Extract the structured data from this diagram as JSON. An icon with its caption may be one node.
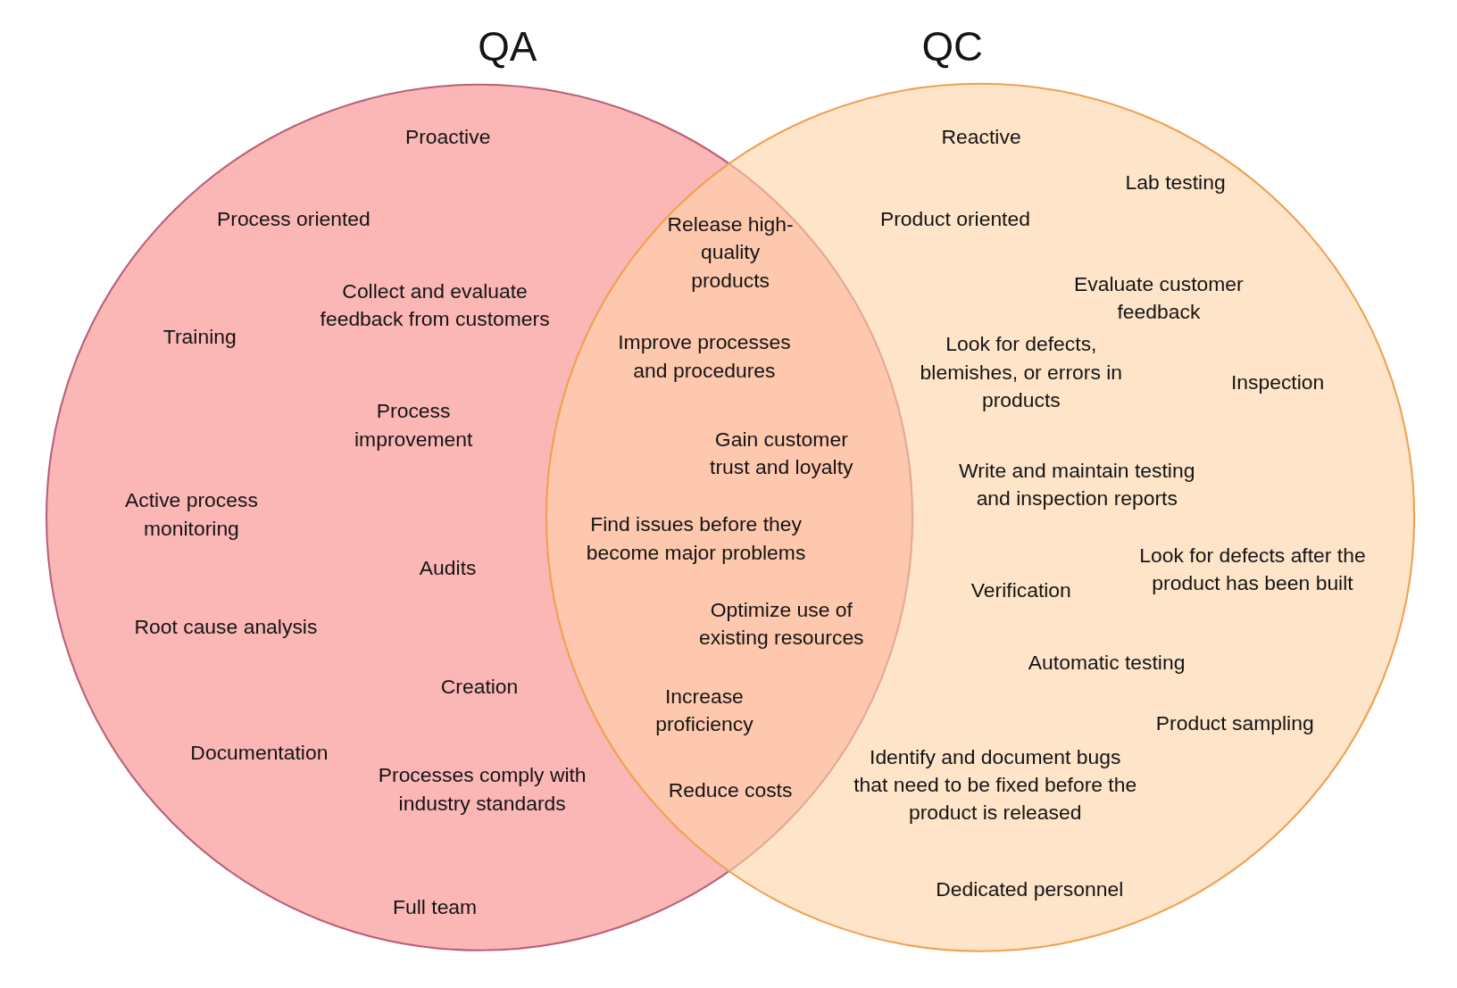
{
  "diagram": {
    "nodes": [
      {
        "text": [
          "QA",
          "Proactive",
          "Process oriented",
          "Collect and evaluate feedback from customers",
          "Training",
          "Process improvement",
          "Active process monitoring",
          "Audits",
          "Root cause analysis",
          "Creation",
          "Documentation",
          "Processes comply with industry standards",
          "Full team"
        ]
      },
      {
        "text": [
          "QC",
          "Reactive",
          "Lab testing",
          "Product oriented",
          "Evaluate customer feedback",
          "Look for defects, blemishes, or errors in products",
          "Inspection",
          "Write and maintain testing and inspection reports",
          "Verification",
          "Look for defects after the product has been built",
          "Automatic testing",
          "Product sampling",
          "Identify and document bugs that need to be fixed before the product is released",
          "Dedicated personnel"
        ]
      }
    ],
    "labels": [
      "Release high-quality products",
      "Improve processes and procedures",
      "Gain customer trust and loyalty",
      "Find issues before they become major problems",
      "Optimize use of existing resources",
      "Increase proficiency",
      "Reduce costs"
    ]
  }
}
